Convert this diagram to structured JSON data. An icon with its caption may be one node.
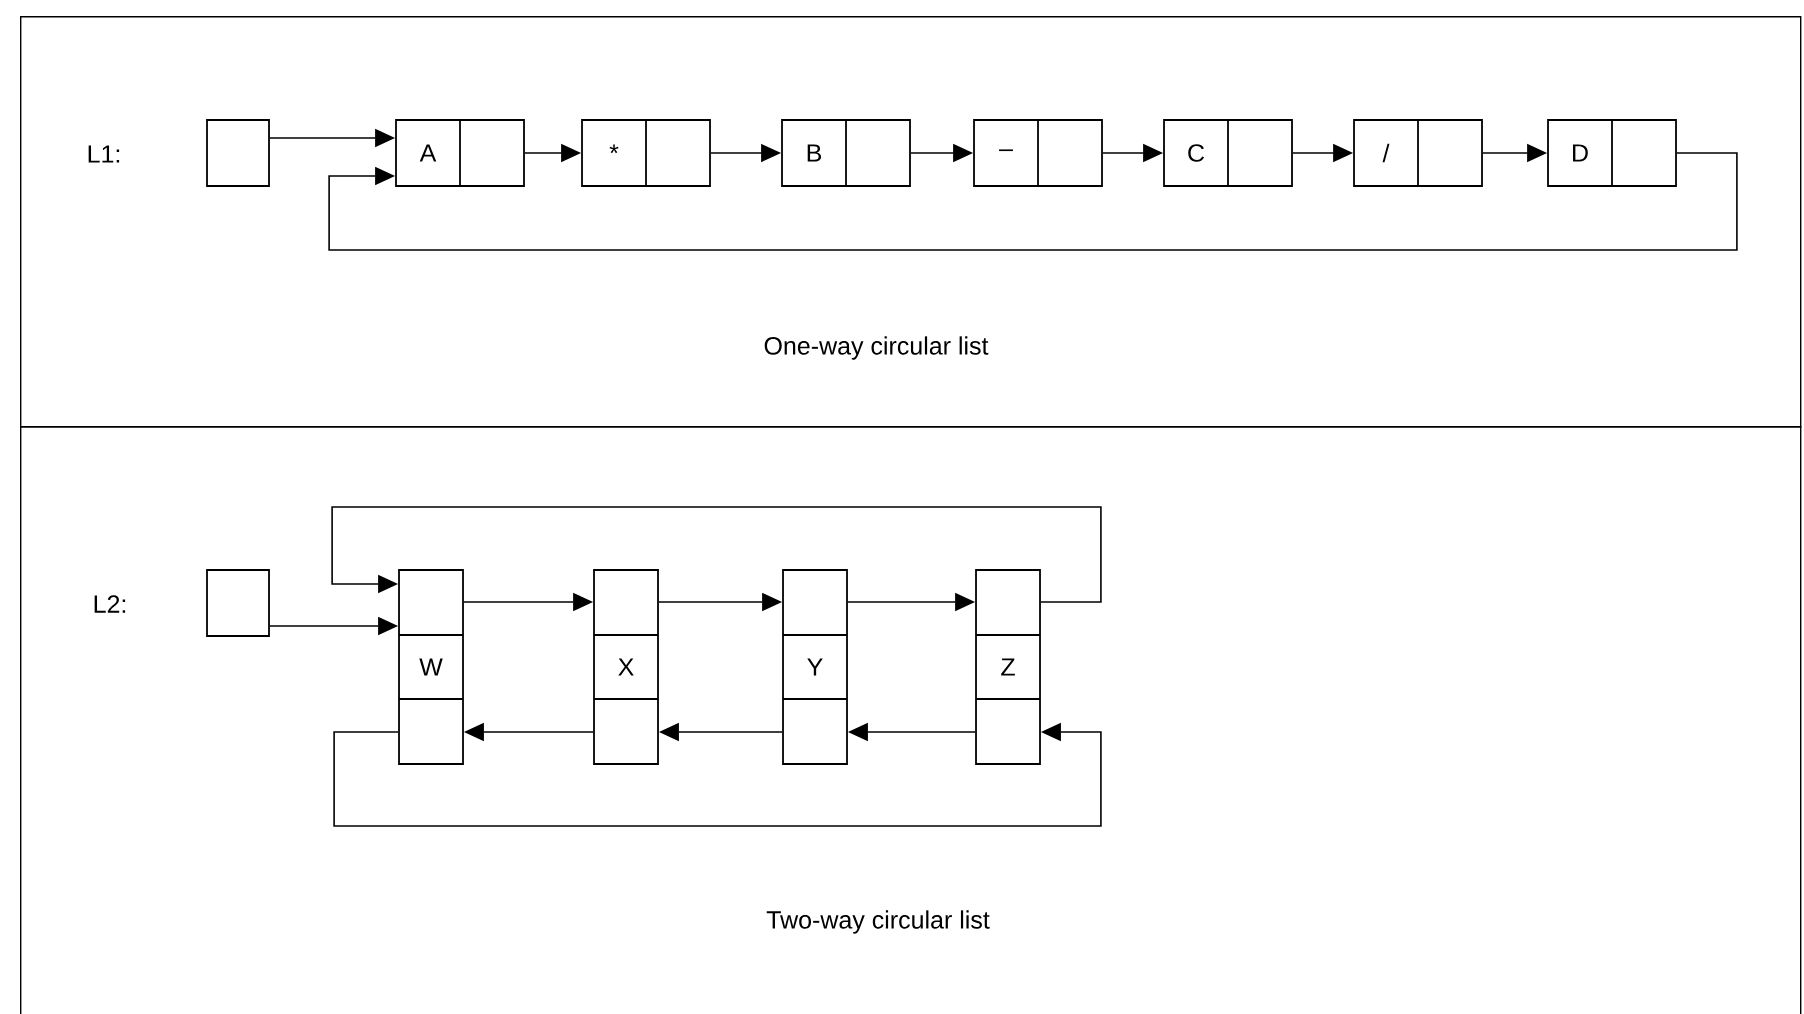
{
  "diagram": {
    "nodes": [
      {
        "text": [
          "One-way circular list"
        ]
      },
      {
        "text": [],
        "shape": "box",
        "in": 0
      },
      {
        "text": [
          "A"
        ],
        "in": 0
      },
      {
        "text": [
          "*"
        ],
        "in": 0
      },
      {
        "text": [
          "B"
        ],
        "in": 0
      },
      {
        "text": [
          "–"
        ],
        "in": 0
      },
      {
        "text": [
          "C"
        ],
        "in": 0
      },
      {
        "text": [
          "/"
        ],
        "in": 0
      },
      {
        "text": [
          "D"
        ],
        "in": 0
      },
      {
        "text": [
          "Two-way circular list"
        ]
      },
      {
        "text": [],
        "shape": "box",
        "in": 9
      },
      {
        "text": [
          "W"
        ],
        "in": 9
      },
      {
        "text": [
          "X"
        ],
        "in": 9
      },
      {
        "text": [
          "Y"
        ],
        "in": 9
      },
      {
        "text": [
          "Z"
        ],
        "in": 9
      }
    ],
    "edges": [
      {
        "from": 1,
        "to": 2,
        "arrow": "to"
      },
      {
        "from": 2,
        "to": 3,
        "arrow": "to"
      },
      {
        "from": 3,
        "to": 4,
        "arrow": "to"
      },
      {
        "from": 4,
        "to": 5,
        "arrow": "to"
      },
      {
        "from": 5,
        "to": 6,
        "arrow": "to"
      },
      {
        "from": 6,
        "to": 7,
        "arrow": "to"
      },
      {
        "from": 7,
        "to": 8,
        "arrow": "to"
      },
      {
        "from": 8,
        "to": 2,
        "arrow": "to"
      },
      {
        "from": 10,
        "to": 11,
        "arrow": "to"
      },
      {
        "from": 11,
        "to": 12,
        "arrow": "to"
      },
      {
        "from": 12,
        "to": 13,
        "arrow": "to"
      },
      {
        "from": 13,
        "to": 14,
        "arrow": "to"
      },
      {
        "from": 14,
        "to": 11,
        "arrow": "to"
      },
      {
        "from": 12,
        "to": 11,
        "arrow": "to"
      },
      {
        "from": 13,
        "to": 12,
        "arrow": "to"
      },
      {
        "from": 14,
        "to": 13,
        "arrow": "to"
      },
      {
        "from": 11,
        "to": 14,
        "arrow": "to"
      }
    ],
    "labels": [
      "L1:",
      "L2:"
    ]
  }
}
